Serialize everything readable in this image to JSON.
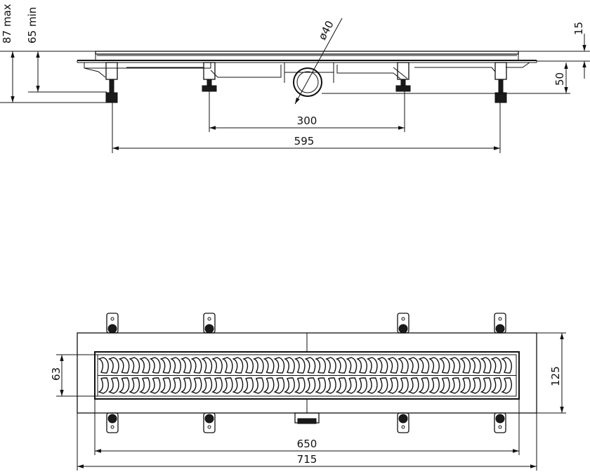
{
  "drawing": {
    "side_view": {
      "height_max_label": "87 max",
      "height_min_label": "65 min",
      "outlet_diameter_label": "ø40",
      "feet_inner_spacing_label": "300",
      "feet_outer_spacing_label": "595",
      "frame_thickness_label": "15",
      "outlet_height_label": "50"
    },
    "top_view": {
      "grate_width_label": "63",
      "frame_width_label": "125",
      "grate_length_label": "650",
      "frame_length_label": "715",
      "slot_count": 40
    }
  }
}
